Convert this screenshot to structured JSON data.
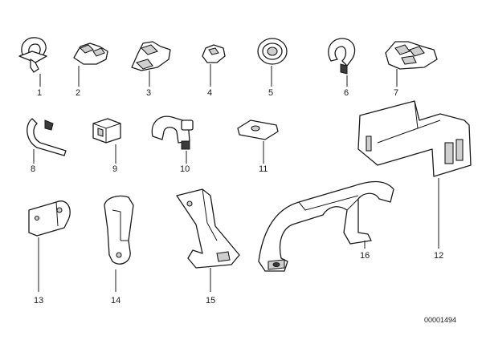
{
  "parts": [
    {
      "id": "p1",
      "number": "1"
    },
    {
      "id": "p2",
      "number": "2"
    },
    {
      "id": "p3",
      "number": "3"
    },
    {
      "id": "p4",
      "number": "4"
    },
    {
      "id": "p5",
      "number": "5"
    },
    {
      "id": "p6",
      "number": "6"
    },
    {
      "id": "p7",
      "number": "7"
    },
    {
      "id": "p8",
      "number": "8"
    },
    {
      "id": "p9",
      "number": "9"
    },
    {
      "id": "p10",
      "number": "10"
    },
    {
      "id": "p11",
      "number": "11"
    },
    {
      "id": "p12",
      "number": "12"
    },
    {
      "id": "p13",
      "number": "13"
    },
    {
      "id": "p14",
      "number": "14"
    },
    {
      "id": "p15",
      "number": "15"
    },
    {
      "id": "p16",
      "number": "16"
    }
  ],
  "diagram_code": "00001494"
}
